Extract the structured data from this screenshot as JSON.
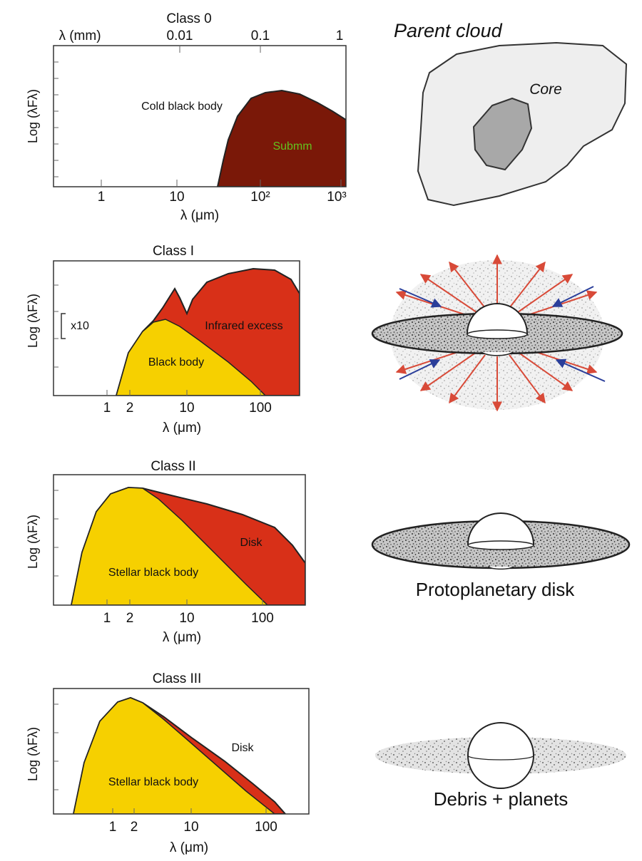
{
  "colors": {
    "dark_red": "#7a1808",
    "red": "#d83018",
    "yellow": "#f6d000",
    "submm_text": "#63c21f",
    "cloud": "#eeeeee",
    "core": "#a8a8a8",
    "outflow": "#d84a38",
    "infall": "#2a3e9a",
    "disk_grey": "#9a9a9a"
  },
  "icons": [
    "parent-cloud-illustration",
    "protostar-outflow-illustration",
    "protoplanetary-disk-illustration",
    "debris-disk-illustration"
  ],
  "y_label": "Log (λFλ)",
  "panels": {
    "class0": {
      "title": "Class 0",
      "top_axis_unit": "λ (mm)",
      "top_ticks": [
        "0.01",
        "0.1",
        "1"
      ],
      "bottom_ticks": [
        "1",
        "10",
        "10²",
        "10³"
      ],
      "x_label": "λ (μm)",
      "labels": {
        "cold": "Cold black body",
        "submm": "Submm"
      }
    },
    "class1": {
      "title": "Class I",
      "bottom_ticks": [
        "1",
        "2",
        "10",
        "100"
      ],
      "x_label": "λ (μm)",
      "scale_note": "x10",
      "labels": {
        "infrared": "Infrared excess",
        "blackbody": "Black body"
      }
    },
    "class2": {
      "title": "Class II",
      "bottom_ticks": [
        "1",
        "2",
        "10",
        "100"
      ],
      "x_label": "λ (μm)",
      "labels": {
        "disk": "Disk",
        "stellar": "Stellar black body"
      }
    },
    "class3": {
      "title": "Class III",
      "bottom_ticks": [
        "1",
        "2",
        "10",
        "100"
      ],
      "x_label": "λ (μm)",
      "labels": {
        "disk": "Disk",
        "stellar": "Stellar black body"
      }
    }
  },
  "illustrations": {
    "cloud_title": "Parent cloud",
    "core_label": "Core",
    "protoplanetary_caption": "Protoplanetary disk",
    "debris_caption": "Debris + planets"
  }
}
